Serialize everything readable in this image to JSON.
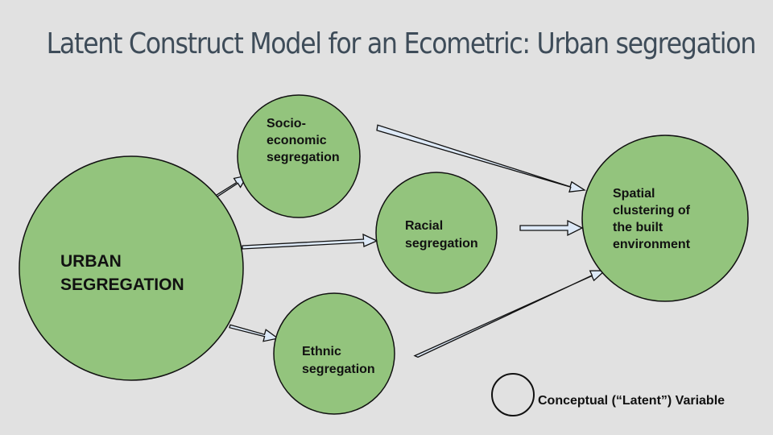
{
  "title": "Latent Construct Model for an Ecometric: Urban segregation",
  "nodes": {
    "urban": "URBAN\nSEGREGATION",
    "socio": "Socio-\neconomic\nsegregation",
    "racial": "Racial\nsegregation",
    "ethnic": "Ethnic\nsegregation",
    "spatial": "Spatial\nclustering of\nthe built\nenvironment"
  },
  "legend": {
    "label": "Conceptual (“Latent”) Variable"
  },
  "colors": {
    "node_fill": "#93c47d",
    "arrow_fill": "#dde9f7",
    "background": "#e1e1e1",
    "title": "#3e4c59"
  }
}
